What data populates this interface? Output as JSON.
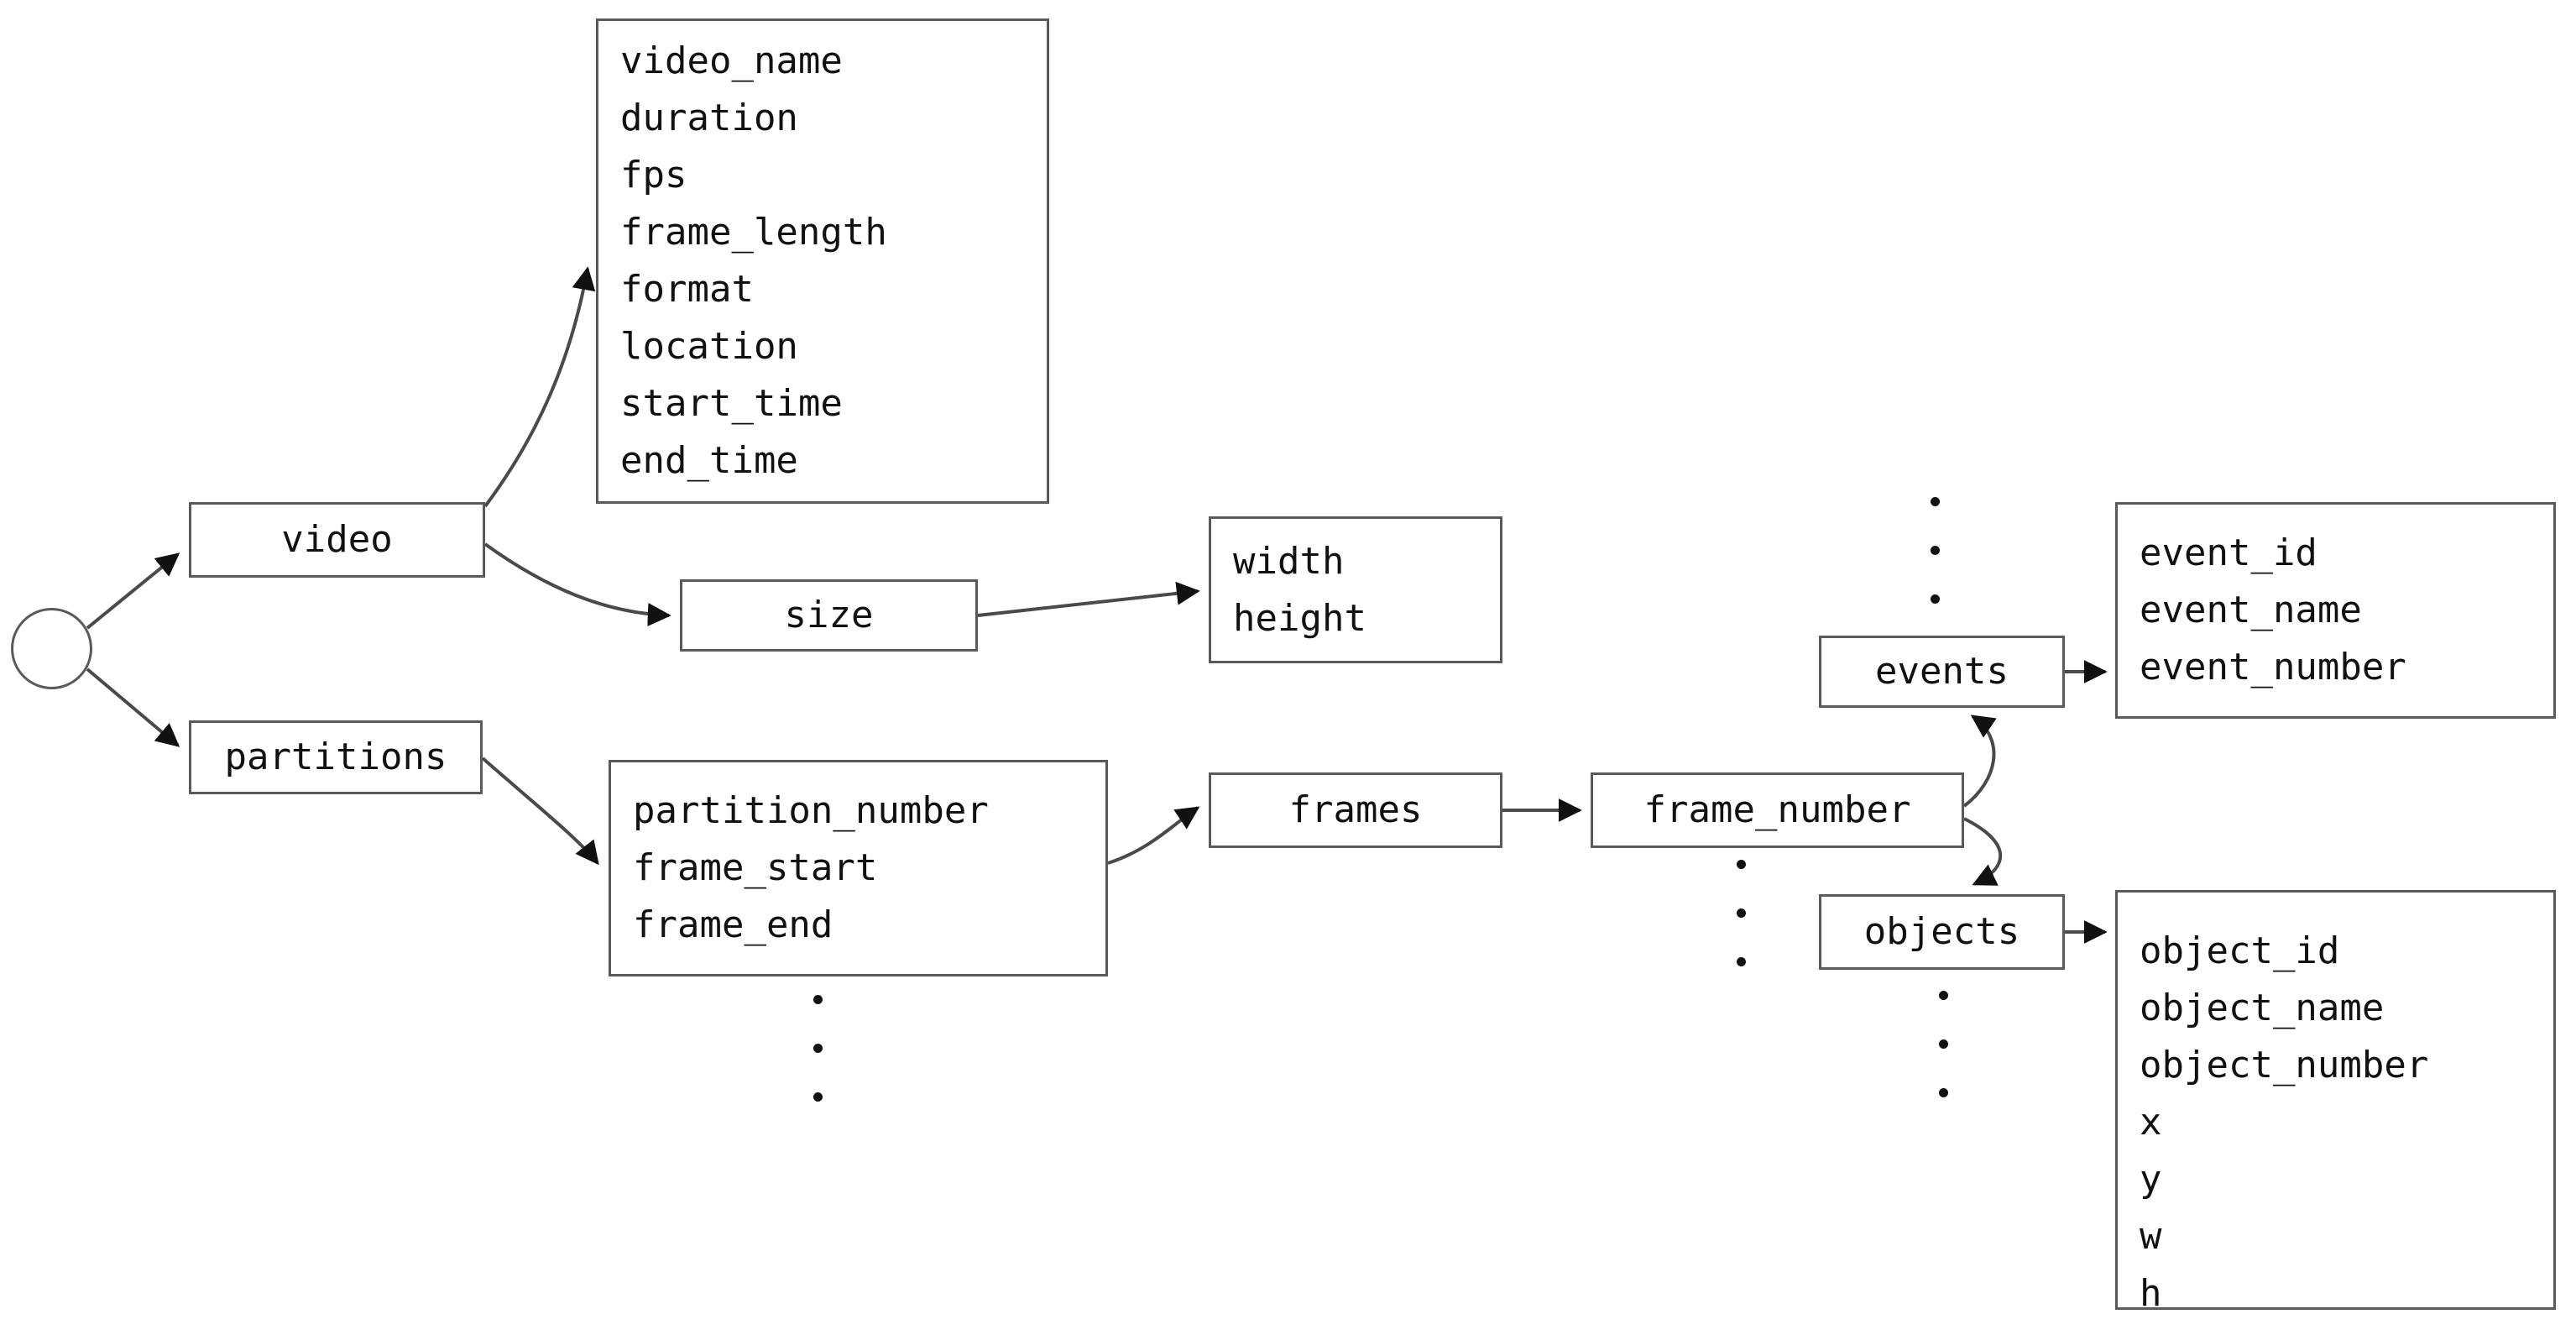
{
  "diagram": {
    "title": "video metadata schema",
    "stroke_color": "#5a5a5a",
    "text_color": "#111111",
    "background_color": "#ffffff"
  },
  "nodes": {
    "root": {
      "label": ""
    },
    "video": {
      "label": "video"
    },
    "partitions": {
      "label": "partitions"
    },
    "size": {
      "label": "size"
    },
    "frames": {
      "label": "frames"
    },
    "frame_number": {
      "label": "frame_number"
    },
    "events": {
      "label": "events"
    },
    "objects": {
      "label": "objects"
    }
  },
  "attribute_boxes": {
    "video_attrs": {
      "name": "video-attributes",
      "items": [
        "video_name",
        "duration",
        "fps",
        "frame_length",
        "format",
        "location",
        "start_time",
        "end_time"
      ]
    },
    "size_attrs": {
      "name": "size-attributes",
      "items": [
        "width",
        "height"
      ]
    },
    "partition_attrs": {
      "name": "partition-attributes",
      "items": [
        "partition_number",
        "frame_start",
        "frame_end"
      ]
    },
    "event_attrs": {
      "name": "event-attributes",
      "items": [
        "event_id",
        "event_name",
        "event_number"
      ]
    },
    "object_attrs": {
      "name": "object-attributes",
      "items": [
        "object_id",
        "object_name",
        "object_number",
        "x",
        "y",
        "w",
        "h"
      ]
    }
  },
  "ellipses": [
    {
      "name": "ellipsis-below-partition-attributes",
      "dots": 3
    },
    {
      "name": "ellipsis-above-events",
      "dots": 3
    },
    {
      "name": "ellipsis-below-frame-number",
      "dots": 3
    },
    {
      "name": "ellipsis-below-objects",
      "dots": 3
    }
  ],
  "edges": [
    {
      "from": "root",
      "to": "video"
    },
    {
      "from": "root",
      "to": "partitions"
    },
    {
      "from": "video",
      "to": "video_attrs"
    },
    {
      "from": "video",
      "to": "size"
    },
    {
      "from": "size",
      "to": "size_attrs"
    },
    {
      "from": "partitions",
      "to": "partition_attrs"
    },
    {
      "from": "partition_attrs",
      "to": "frames"
    },
    {
      "from": "frames",
      "to": "frame_number"
    },
    {
      "from": "frame_number",
      "to": "events"
    },
    {
      "from": "frame_number",
      "to": "objects"
    },
    {
      "from": "events",
      "to": "event_attrs"
    },
    {
      "from": "objects",
      "to": "object_attrs"
    }
  ]
}
